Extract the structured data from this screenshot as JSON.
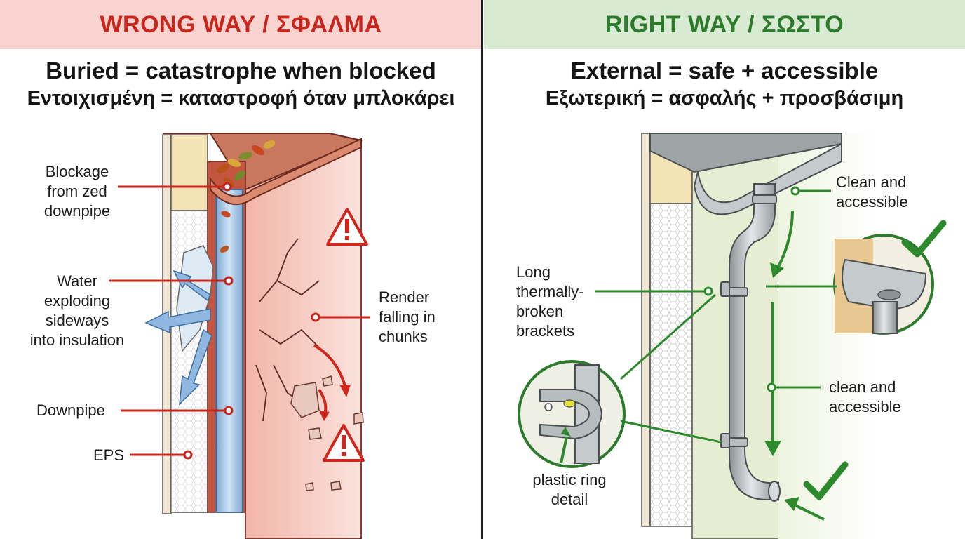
{
  "wrong": {
    "banner": "WRONG WAY / ΣΦΑΛΜΑ",
    "headline_en": "Buried = catastrophe when blocked",
    "headline_gr": "Εντοιχισμένη = καταστροφή όταν μπλοκάρει",
    "labels": {
      "blockage": "Blockage\nfrom zed\ndownpipe",
      "water": "Water\nexploding\nsideways\ninto insulation",
      "downpipe": "Downpipe",
      "eps": "EPS",
      "render": "Render\nfalling in\nchunks"
    }
  },
  "right": {
    "banner": "RIGHT WAY / ΣΩΣΤΟ",
    "headline_en": "External = safe + accessible",
    "headline_gr": "Εξωτερική = ασφαλής + προσβάσιμη",
    "labels": {
      "clean_top": "Clean and\naccessible",
      "brackets": "Long\nthermally-\nbroken\nbrackets",
      "clean_mid": "clean and\naccessible",
      "ring": "plastic ring\ndetail"
    }
  },
  "colors": {
    "wrong_accent": "#c8261d",
    "right_accent": "#2c7a2c",
    "wrong_banner_bg": "#f9d3cf",
    "right_banner_bg": "#d8ebd2"
  },
  "icons": [
    "warning-triangle-icon",
    "checkmark-icon",
    "leaf-icon",
    "arrow-icon"
  ]
}
